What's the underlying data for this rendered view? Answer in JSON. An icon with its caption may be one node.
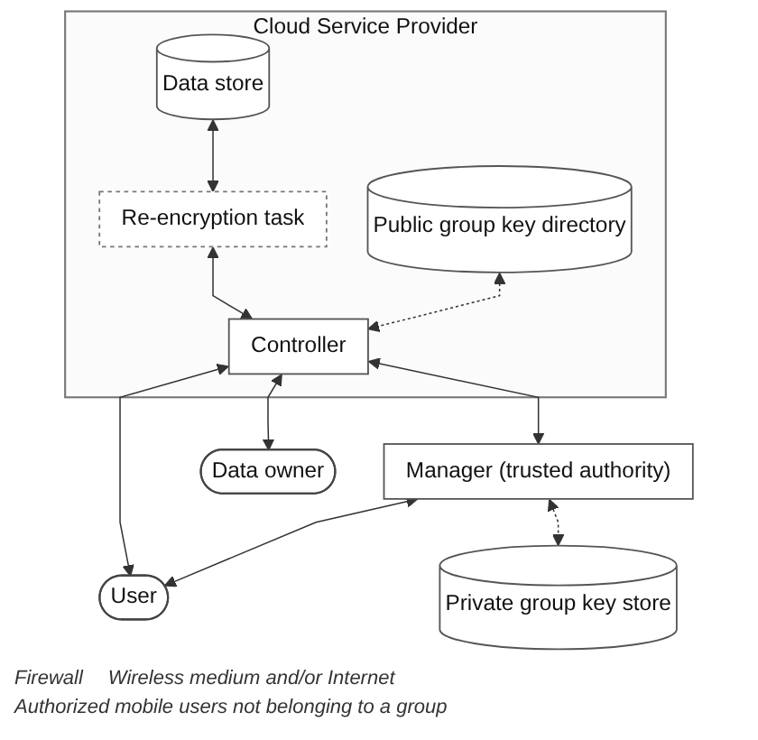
{
  "diagram": {
    "nodes": [
      {
        "text": [
          "Cloud Service Provider"
        ]
      },
      {
        "text": [
          "Data store"
        ],
        "in": 0
      },
      {
        "text": [
          "Re-encryption task"
        ],
        "in": 0
      },
      {
        "text": [
          "Public group key directory"
        ],
        "in": 0
      },
      {
        "text": [
          "Controller"
        ],
        "in": 0
      },
      {
        "text": [
          "Manager (trusted authority)"
        ]
      },
      {
        "text": [
          "Private group key store"
        ]
      },
      {
        "text": [
          "Data owner"
        ]
      },
      {
        "text": [
          "User"
        ]
      }
    ],
    "edges": [
      {
        "from": 1,
        "to": 2,
        "arrow": "both"
      },
      {
        "from": 2,
        "to": 4,
        "arrow": "both"
      },
      {
        "from": 3,
        "to": 4,
        "arrow": "both",
        "style": "dashed"
      },
      {
        "from": 4,
        "to": 7,
        "arrow": "both"
      },
      {
        "from": 4,
        "to": 8,
        "arrow": "both"
      },
      {
        "from": 4,
        "to": 5,
        "arrow": "both"
      },
      {
        "from": 5,
        "to": 8,
        "arrow": "both"
      },
      {
        "from": 5,
        "to": 6,
        "arrow": "both",
        "style": "dashed"
      }
    ],
    "labels": [
      "Firewall",
      "Wireless medium and/or Internet",
      "Authorized mobile users not belonging to a group"
    ]
  }
}
